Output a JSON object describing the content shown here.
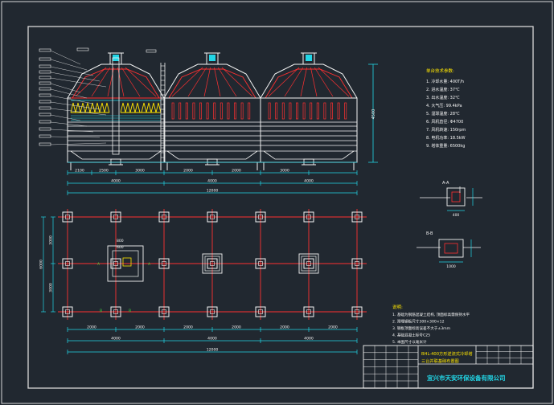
{
  "title_block": {
    "drawing_title_1": "BHL-400方形逆流式冷却塔",
    "drawing_title_2": "三台并联基础布置图",
    "company": "宜兴市天安环保设备有限公司"
  },
  "spec_heading": "单台技术参数:",
  "specs": [
    "1. 冷却水量: 400T/h",
    "2. 进水温度: 37℃",
    "3. 出水温度: 32℃",
    "4. 大气压: 99.4kPa",
    "5. 湿球温度: 28℃",
    "6. 风机直径: Φ4700",
    "7. 风机转速: 150rpm",
    "8. 电机功率: 18.5kW",
    "9. 塔体重量: 6500kg"
  ],
  "notes_heading": "说明:",
  "notes": [
    "1. 基础为钢筋混凝土结构, 顶面标高需保持水平",
    "2. 预埋钢板尺寸300×300×12",
    "3. 钢板顶面标高误差不大于±3mm",
    "4. 基础混凝土标号C25",
    "5. 本图尺寸以毫米计"
  ],
  "elevation": {
    "dims_segments": [
      "2100",
      "2500",
      "3000",
      "2000",
      "2000",
      "3000"
    ],
    "dims_units": [
      "4000",
      "4000",
      "4000"
    ],
    "dim_total": "12000",
    "dim_height": "4500"
  },
  "plan": {
    "dims_segments": [
      "2000",
      "2000",
      "2000",
      "2000",
      "2000",
      "2000"
    ],
    "dims_units": [
      "4000",
      "4000",
      "4000"
    ],
    "dim_total": "12000",
    "dims_vertical": [
      "3000",
      "3000"
    ],
    "dim_vertical_total": "6000",
    "pit_inner": "600",
    "pit_outer": "800",
    "axis_a": "A",
    "axis_b": "B"
  },
  "sections": {
    "a_label": "A-A",
    "a_dim": "400",
    "b_label": "B-B",
    "b_dim": "1000"
  },
  "colors": {
    "background": "#212830",
    "frame": "#d8d8d8",
    "red": "#ff3030",
    "cyan": "#22d6e6",
    "yellow": "#ffe600",
    "white": "#f4f4f4",
    "green": "#3ed63e"
  }
}
